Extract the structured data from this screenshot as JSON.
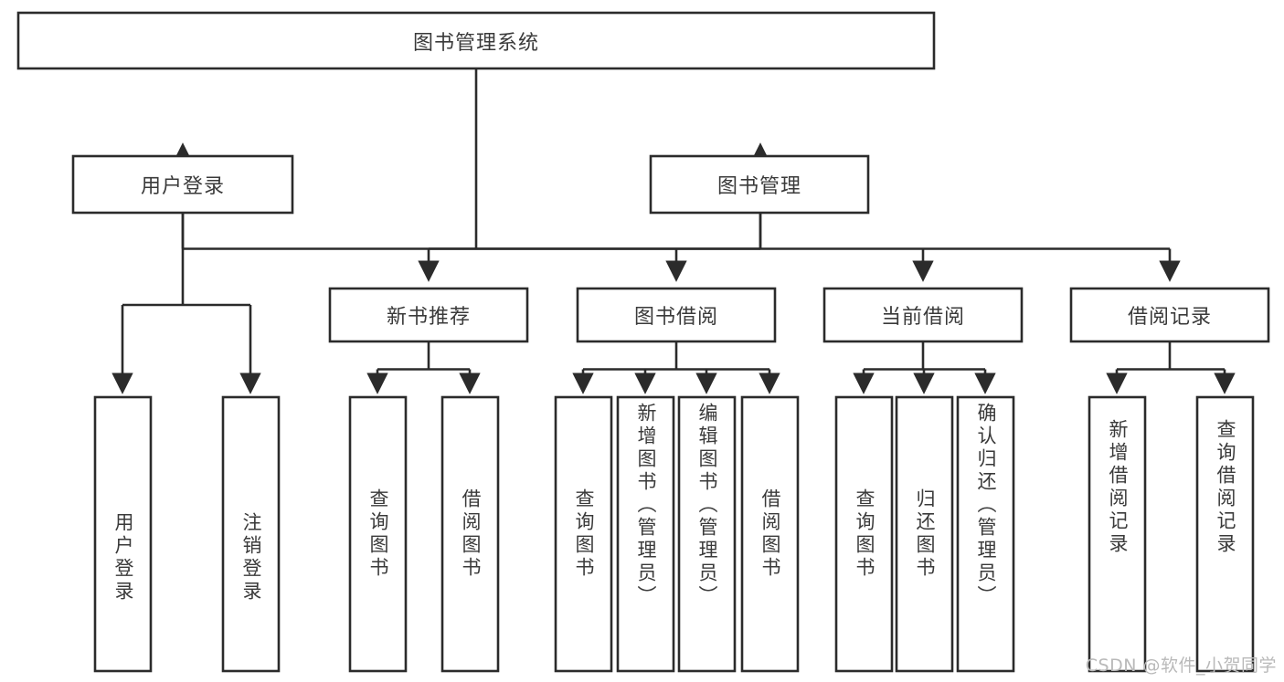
{
  "diagram": {
    "type": "tree-hierarchy-chart",
    "title": "图书管理系统",
    "orientation": "top-down",
    "colors": {
      "box_fill": "#ffffff",
      "box_stroke": "#2b2b2b",
      "text": "#3a3a3a",
      "background": "#ffffff",
      "watermark": "#b9b9b9"
    },
    "root": {
      "id": "root",
      "label": "图书管理系统",
      "orientation": "horizontal"
    },
    "level1": [
      {
        "id": "user-login",
        "label": "用户登录",
        "orientation": "horizontal"
      },
      {
        "id": "book-manage",
        "label": "图书管理",
        "orientation": "horizontal"
      }
    ],
    "level2": [
      {
        "id": "new-book-recommend",
        "parent": "book-manage",
        "label": "新书推荐",
        "orientation": "horizontal"
      },
      {
        "id": "book-borrow",
        "parent": "book-manage",
        "label": "图书借阅",
        "orientation": "horizontal"
      },
      {
        "id": "current-borrow",
        "parent": "book-manage",
        "label": "当前借阅",
        "orientation": "horizontal"
      },
      {
        "id": "borrow-record",
        "parent": "book-manage",
        "label": "借阅记录",
        "orientation": "horizontal"
      }
    ],
    "leaves": [
      {
        "id": "leaf-user-login",
        "parent": "user-login",
        "label": "用户登录",
        "orientation": "vertical"
      },
      {
        "id": "leaf-user-logout",
        "parent": "user-login",
        "label": "注销登录",
        "orientation": "vertical"
      },
      {
        "id": "leaf-query-book-1",
        "parent": "new-book-recommend",
        "label": "查询图书",
        "orientation": "vertical"
      },
      {
        "id": "leaf-borrow-book-1",
        "parent": "new-book-recommend",
        "label": "借阅图书",
        "orientation": "vertical"
      },
      {
        "id": "leaf-query-book-2",
        "parent": "book-borrow",
        "label": "查询图书",
        "orientation": "vertical"
      },
      {
        "id": "leaf-add-book",
        "parent": "book-borrow",
        "label": "新增图书（管理员）",
        "orientation": "vertical"
      },
      {
        "id": "leaf-edit-book",
        "parent": "book-borrow",
        "label": "编辑图书（管理员）",
        "orientation": "vertical"
      },
      {
        "id": "leaf-borrow-book-2",
        "parent": "book-borrow",
        "label": "借阅图书",
        "orientation": "vertical"
      },
      {
        "id": "leaf-query-book-3",
        "parent": "current-borrow",
        "label": "查询图书",
        "orientation": "vertical"
      },
      {
        "id": "leaf-return-book",
        "parent": "current-borrow",
        "label": "归还图书",
        "orientation": "vertical"
      },
      {
        "id": "leaf-confirm-return",
        "parent": "current-borrow",
        "label": "确认归还（管理员）",
        "orientation": "vertical"
      },
      {
        "id": "leaf-add-record",
        "parent": "borrow-record",
        "label": "新增借阅记录",
        "orientation": "vertical"
      },
      {
        "id": "leaf-query-record",
        "parent": "borrow-record",
        "label": "查询借阅记录",
        "orientation": "vertical"
      }
    ]
  },
  "watermark": {
    "text": "CSDN @软件_小贺同学"
  }
}
